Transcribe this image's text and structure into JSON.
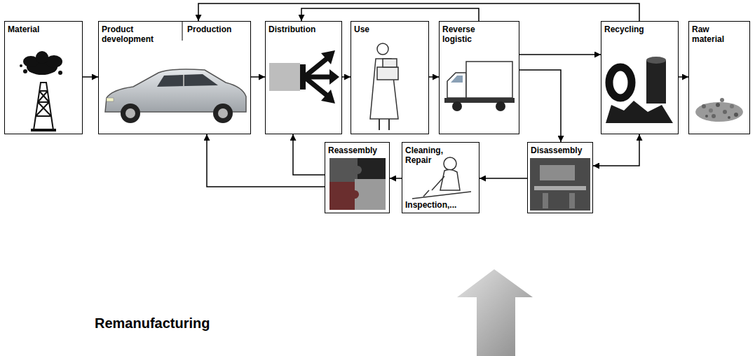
{
  "diagram": {
    "nodes": [
      {
        "text": [
          "Material"
        ]
      },
      {
        "text": [
          "Product development",
          "Production"
        ]
      },
      {
        "text": [
          "Distribution"
        ]
      },
      {
        "text": [
          "Use"
        ]
      },
      {
        "text": [
          "Reverse logistic"
        ]
      },
      {
        "text": [
          "Recycling"
        ]
      },
      {
        "text": [
          "Raw material"
        ]
      },
      {
        "text": [
          "Remanufacturing"
        ]
      },
      {
        "text": [
          "Reassembly"
        ],
        "in": 7
      },
      {
        "text": [
          "Cleaning, Repair",
          "Inspection,..."
        ],
        "in": 7
      },
      {
        "text": [
          "Disassembly"
        ],
        "in": 7
      }
    ],
    "edges": [
      {
        "from": 0,
        "to": 1,
        "arrow": "to"
      },
      {
        "from": 1,
        "to": 2,
        "arrow": "to"
      },
      {
        "from": 2,
        "to": 3,
        "arrow": "to"
      },
      {
        "from": 3,
        "to": 4,
        "arrow": "to"
      },
      {
        "from": 4,
        "to": 5,
        "arrow": "to"
      },
      {
        "from": 4,
        "to": 2,
        "arrow": "to"
      },
      {
        "from": 5,
        "to": 1,
        "arrow": "to"
      },
      {
        "from": 5,
        "to": 6,
        "arrow": "to"
      },
      {
        "from": 4,
        "to": 10,
        "arrow": "to"
      },
      {
        "from": 5,
        "to": 10,
        "arrow": "both"
      },
      {
        "from": 10,
        "to": 9,
        "arrow": "to"
      },
      {
        "from": 9,
        "to": 8,
        "arrow": "to"
      },
      {
        "from": 8,
        "to": 2,
        "arrow": "to"
      },
      {
        "from": 8,
        "to": 1,
        "arrow": "to"
      }
    ]
  }
}
